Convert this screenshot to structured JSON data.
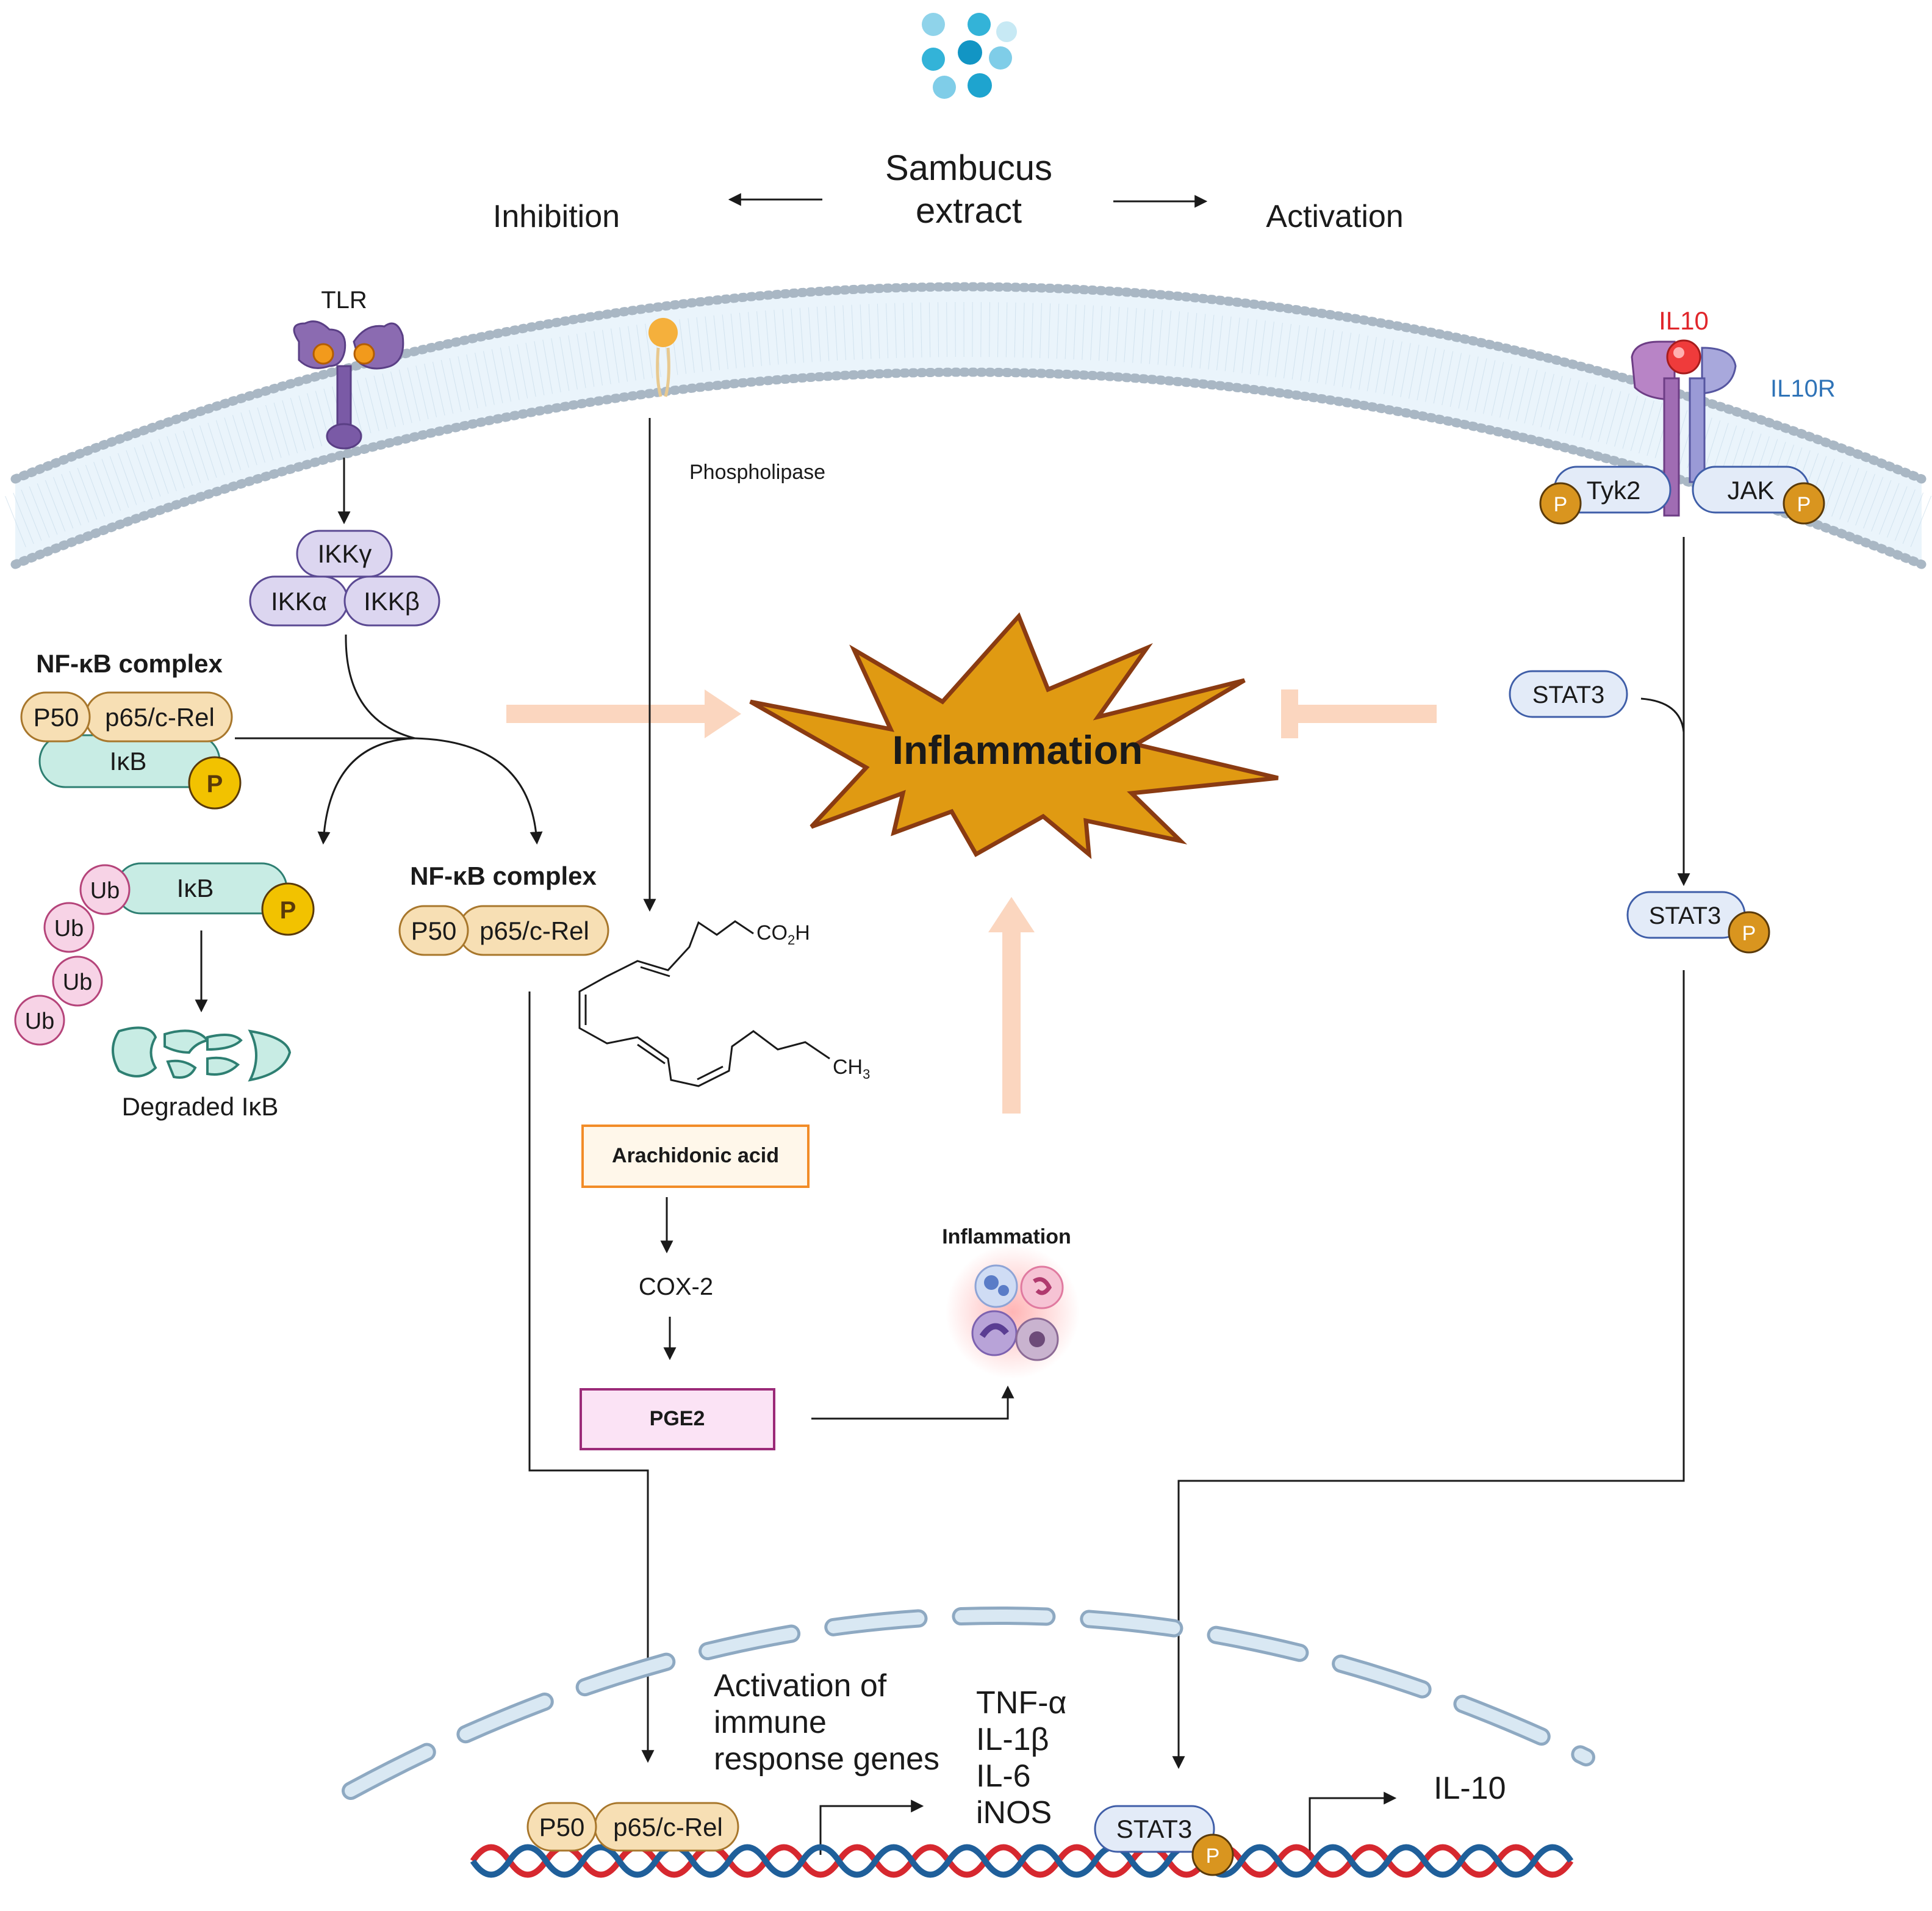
{
  "header": {
    "extract_line1": "Sambucus",
    "extract_line2": "extract",
    "inhibition": "Inhibition",
    "activation": "Activation"
  },
  "membrane": {
    "tlr": "TLR",
    "phospholipase": "Phospholipase",
    "il10": "IL10",
    "il10r": "IL10R",
    "tyk2": "Tyk2",
    "jak": "JAK"
  },
  "nfkb": {
    "ikk_gamma": "IKKγ",
    "ikk_alpha": "IKKα",
    "ikk_beta": "IKKβ",
    "complex_title": "NF-κB complex",
    "p50": "P50",
    "p65": "p65/c-Rel",
    "ikb": "IκB",
    "ub": "Ub",
    "degraded": "Degraded IκB",
    "phospho": "P"
  },
  "center": {
    "inflammation_burst": "Inflammation",
    "co2h_main": "CO",
    "co2h_sub": "2",
    "co2h_end": "H",
    "ch3_main": "CH",
    "ch3_sub": "3",
    "arachidonic": "Arachidonic acid",
    "cox2": "COX-2",
    "pge2": "PGE2",
    "inflammation_cells": "Inflammation"
  },
  "stat": {
    "stat3": "STAT3",
    "phospho": "P"
  },
  "nucleus": {
    "activation_line1": "Activation of",
    "activation_line2": "immune",
    "activation_line3": "response genes",
    "genes": [
      "TNF-α",
      "IL-1β",
      "IL-6",
      "iNOS"
    ],
    "il10_gene": "IL-10"
  },
  "colors": {
    "ikk_fill": "#dcd6f0",
    "ikk_stroke": "#5b4a93",
    "p65_fill": "#f7dfb4",
    "p65_stroke": "#a8772c",
    "ikb_fill": "#c8ece4",
    "ikb_stroke": "#2e7f72",
    "phospho_gold": "#f2c200",
    "phospho_orange": "#d9951f",
    "ub_fill": "#f7d3e6",
    "ub_stroke": "#b5447a",
    "stat_fill": "#e3ebf8",
    "stat_stroke": "#3f5ea8",
    "burst_fill": "#e09a12",
    "burst_stroke": "#8a3b12",
    "faded_arrow": "#fbd6bf",
    "dna_red": "#d6282f",
    "dna_blue": "#1f5f9a",
    "il10_red": "#e0262b",
    "il10r_blue": "#2f73b7"
  }
}
